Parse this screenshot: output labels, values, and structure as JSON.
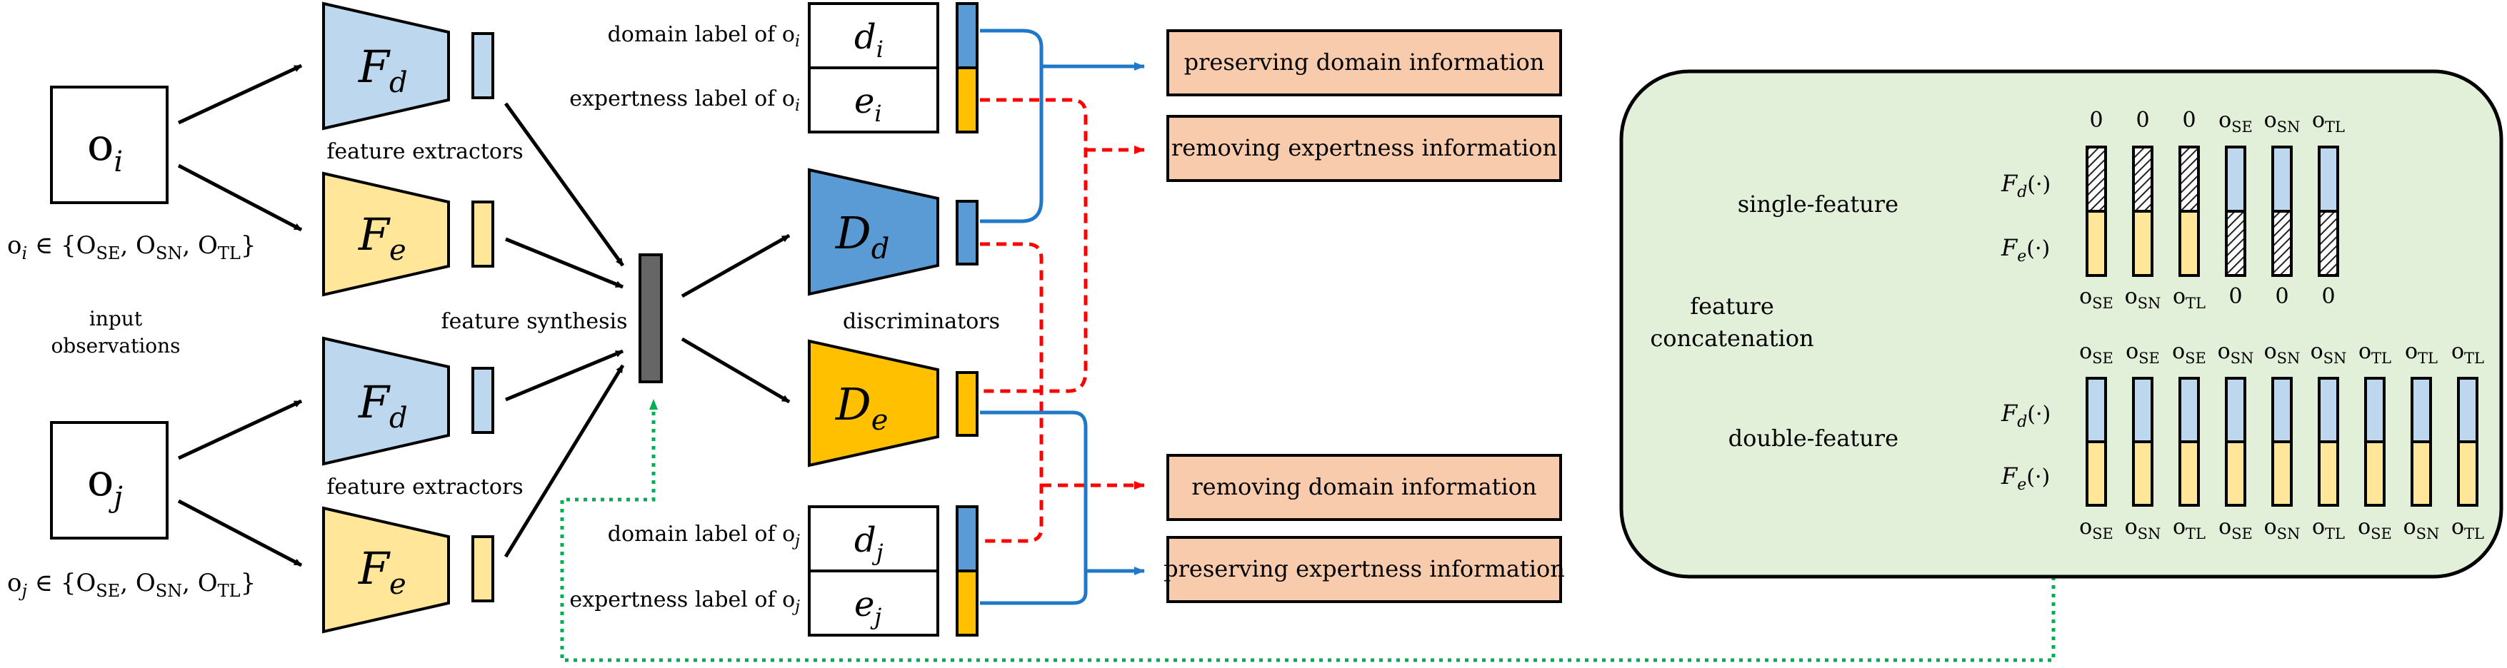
{
  "inputs": {
    "oi": {
      "main": "o",
      "sub": "i",
      "set_prefix": "o",
      "set_sub": "i",
      "set_body": " ∈ {O",
      "set_items": [
        "SE",
        "SN",
        "TL"
      ]
    },
    "oj": {
      "main": "o",
      "sub": "j",
      "set_prefix": "o",
      "set_sub": "j",
      "set_body": " ∈ {O",
      "set_items": [
        "SE",
        "SN",
        "TL"
      ]
    },
    "caption_line1": "input",
    "caption_line2": "observations"
  },
  "extractors": {
    "fd_letter": "F",
    "fd_sub": "d",
    "fe_letter": "F",
    "fe_sub": "e",
    "caption": "feature extractors"
  },
  "synthesis": {
    "caption": "feature synthesis"
  },
  "discriminators": {
    "dd_letter": "D",
    "dd_sub": "d",
    "de_letter": "D",
    "de_sub": "e",
    "caption": "discriminators"
  },
  "labels": {
    "domain_i": "domain label of o",
    "domain_i_sub": "i",
    "expert_i": "expertness label of o",
    "expert_i_sub": "i",
    "domain_j": "domain label of o",
    "domain_j_sub": "j",
    "expert_j": "expertness label of o",
    "expert_j_sub": "j",
    "d_i": "d",
    "d_i_sub": "i",
    "e_i": "e",
    "e_i_sub": "i",
    "d_j": "d",
    "d_j_sub": "j",
    "e_j": "e",
    "e_j_sub": "j"
  },
  "objectives": {
    "preserve_domain": "preserving domain information",
    "remove_expert": "removing expertness information",
    "remove_domain": "removing domain information",
    "preserve_expert": "preserving expertness information"
  },
  "panel": {
    "title_line1": "feature",
    "title_line2": "concatenation",
    "single_label": "single-feature",
    "double_label": "double-feature",
    "fd_row": "(·)",
    "fe_row": "(·)",
    "single_top": [
      "0",
      "0",
      "0",
      "SE",
      "SN",
      "TL"
    ],
    "single_bottom": [
      "SE",
      "SN",
      "TL",
      "0",
      "0",
      "0"
    ],
    "double_top": [
      "SE",
      "SE",
      "SE",
      "SN",
      "SN",
      "SN",
      "TL",
      "TL",
      "TL"
    ],
    "double_bottom": [
      "SE",
      "SN",
      "TL",
      "SE",
      "SN",
      "TL",
      "SE",
      "SN",
      "TL"
    ]
  },
  "colors": {
    "fd_fill": "#bdd7ee",
    "fe_fill": "#ffe699",
    "dd_fill": "#5b9bd5",
    "de_fill": "#ffc000",
    "synth_fill": "#666666",
    "objective_fill": "#f8cbad",
    "panel_fill": "#e2efd9",
    "blue_line": "#1f78c8",
    "red_line": "#ff0000",
    "green_line": "#00b050"
  }
}
